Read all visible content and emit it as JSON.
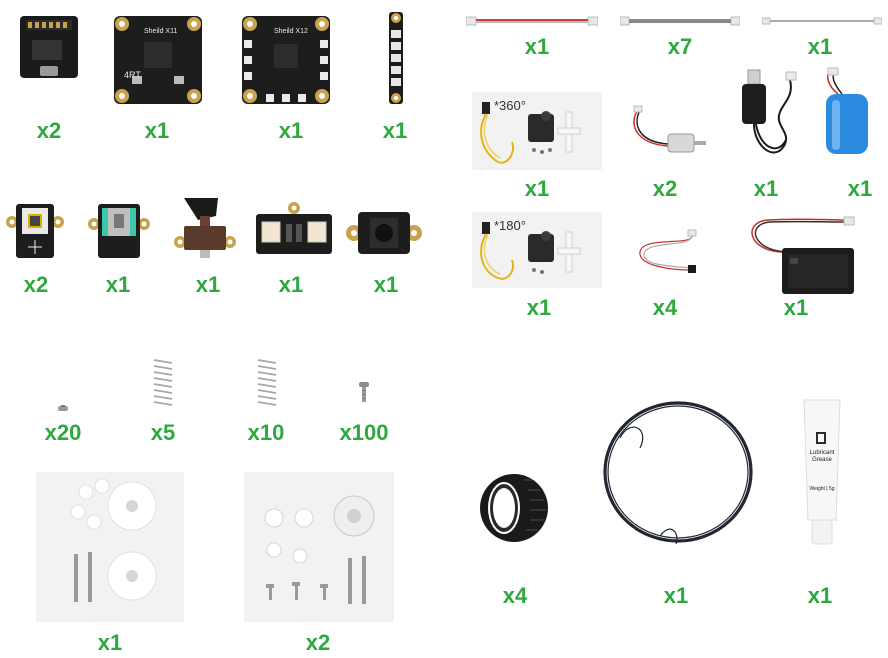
{
  "items": [
    {
      "name": "usb-c-controller-board",
      "qty": "x2"
    },
    {
      "name": "shield-x11-board",
      "qty": "x1",
      "label": "Sheild X11"
    },
    {
      "name": "shield-x12-board",
      "qty": "x1",
      "label": "Sheild X12"
    },
    {
      "name": "connector-strip-board",
      "qty": "x1"
    },
    {
      "name": "short-cable",
      "qty": "x1"
    },
    {
      "name": "gray-cable",
      "qty": "x7"
    },
    {
      "name": "long-gray-cable",
      "qty": "x1"
    },
    {
      "name": "servo-360",
      "qty": "x1",
      "label": "*360°"
    },
    {
      "name": "motor-with-wire",
      "qty": "x2"
    },
    {
      "name": "usb-charging-cable",
      "qty": "x1"
    },
    {
      "name": "battery-pack",
      "qty": "x1"
    },
    {
      "name": "joystick-module-white",
      "qty": "x2"
    },
    {
      "name": "joystick-module-green",
      "qty": "x1"
    },
    {
      "name": "switch-module",
      "qty": "x1"
    },
    {
      "name": "dual-connector-module",
      "qty": "x1"
    },
    {
      "name": "push-button-module",
      "qty": "x1"
    },
    {
      "name": "servo-180",
      "qty": "x1",
      "label": "*180°"
    },
    {
      "name": "led-wire",
      "qty": "x4"
    },
    {
      "name": "battery-box",
      "qty": "x1"
    },
    {
      "name": "small-screw",
      "qty": "x20"
    },
    {
      "name": "short-spring",
      "qty": "x5"
    },
    {
      "name": "long-spring",
      "qty": "x10"
    },
    {
      "name": "bolt",
      "qty": "x100"
    },
    {
      "name": "gear-set-a",
      "qty": "x1"
    },
    {
      "name": "gear-set-b",
      "qty": "x2"
    },
    {
      "name": "tire",
      "qty": "x4"
    },
    {
      "name": "wire-coil",
      "qty": "x1"
    },
    {
      "name": "grease-tube",
      "qty": "x1",
      "label_lines": [
        "Lubricant",
        "Grease"
      ],
      "weight": "Weight | 5g"
    }
  ],
  "board_text": {
    "rt": "4RT"
  },
  "colors": {
    "qty": "#2ea83f",
    "board": "#1d1d1d",
    "gold": "#c9a24b",
    "card": "#f2f2f2"
  }
}
